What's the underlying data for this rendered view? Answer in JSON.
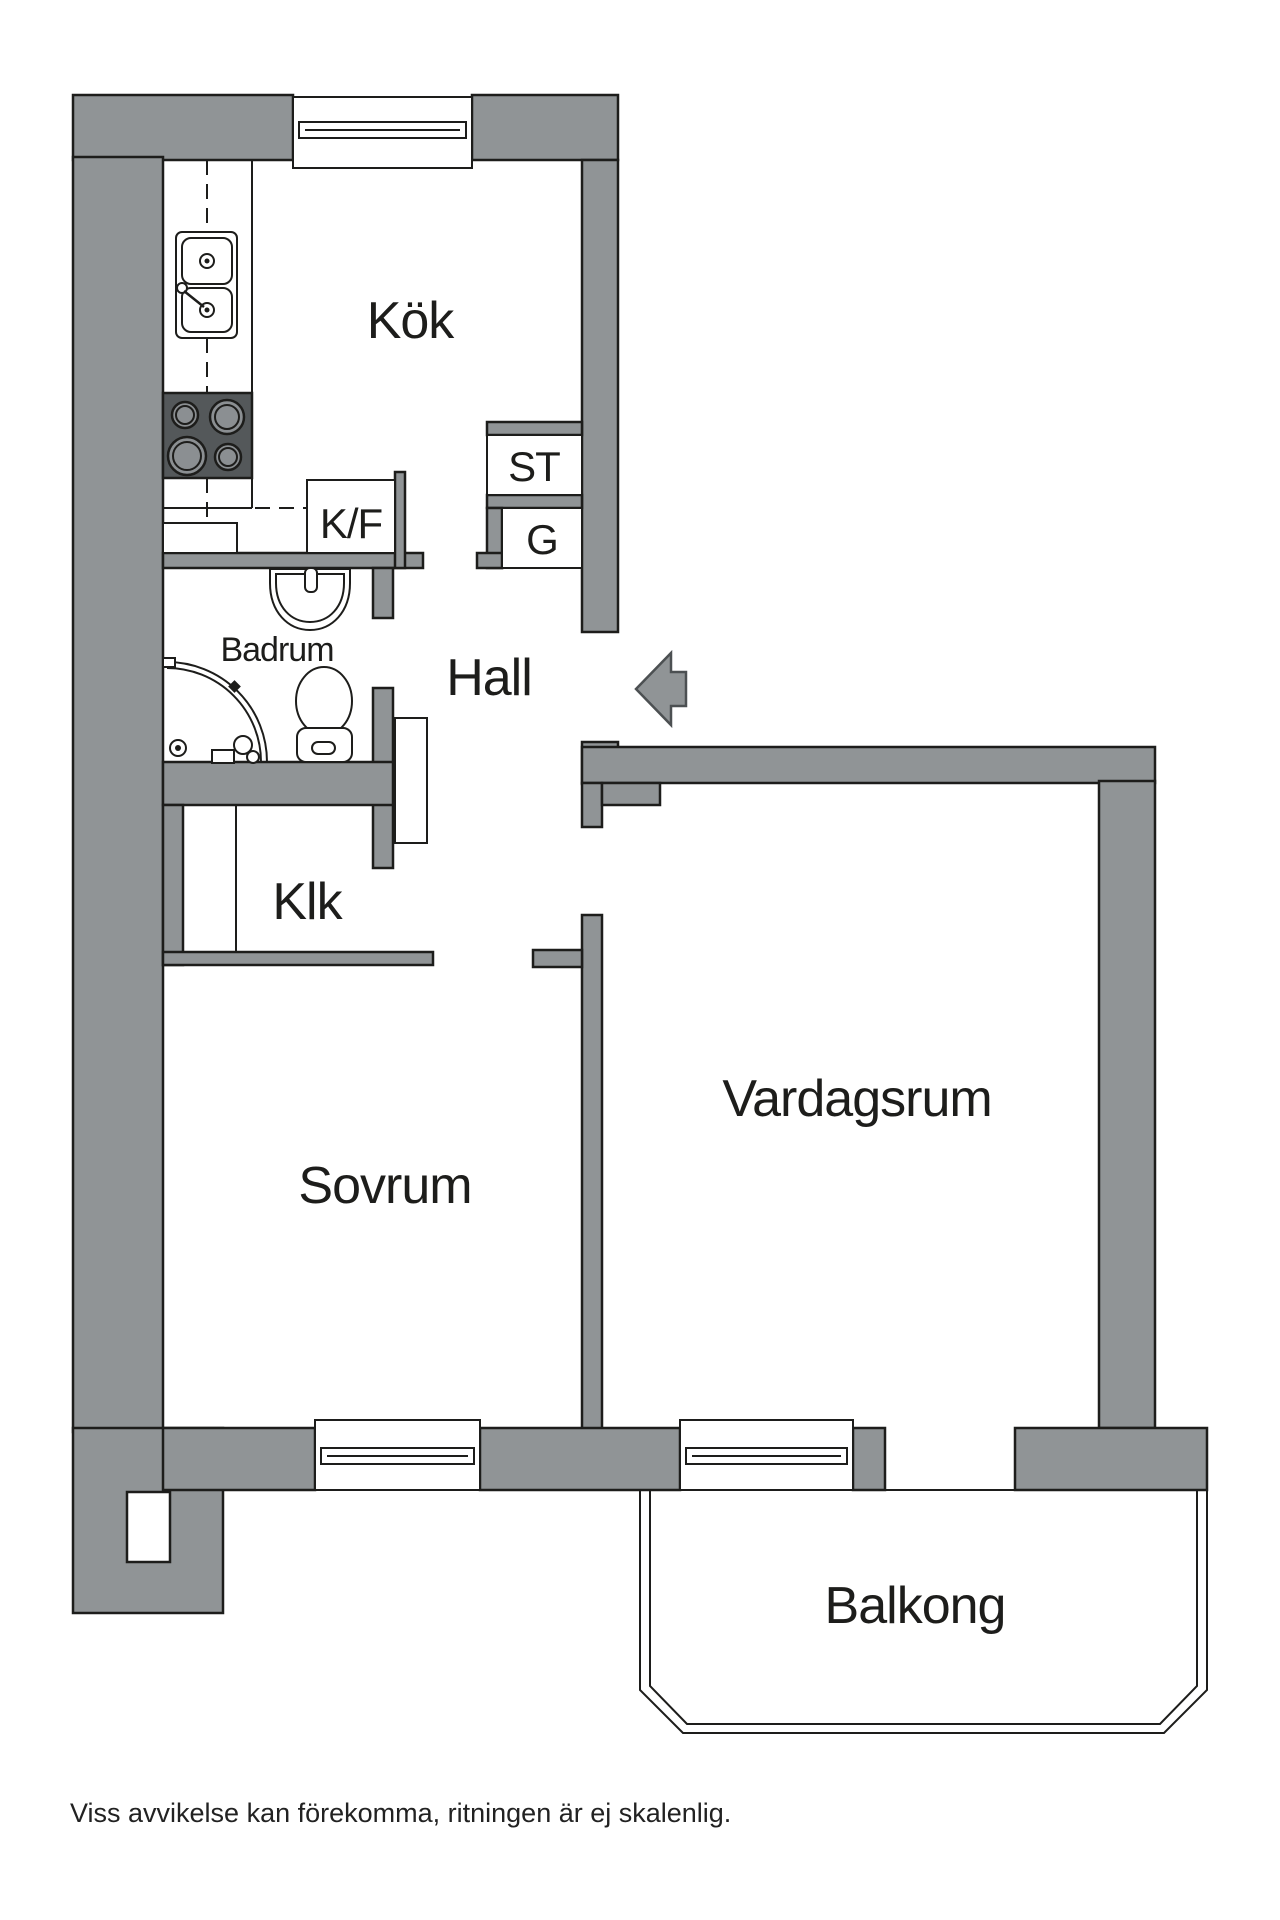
{
  "rooms": {
    "kitchen": "Kök",
    "closet_st": "ST",
    "closet_g": "G",
    "fridge_freezer": "K/F",
    "bathroom": "Badrum",
    "hall": "Hall",
    "closet_klk": "Klk",
    "bedroom": "Sovrum",
    "living_room": "Vardagsrum",
    "balcony": "Balkong"
  },
  "footer": {
    "disclaimer": "Viss avvikelse kan förekomma, ritningen är ej skalenlig."
  },
  "colors": {
    "wall": "#909496",
    "stove": "#54585a",
    "burner": "#8b8f92",
    "outline": "#1d1d1b",
    "background": "#ffffff",
    "text": "#1d1d1b"
  }
}
